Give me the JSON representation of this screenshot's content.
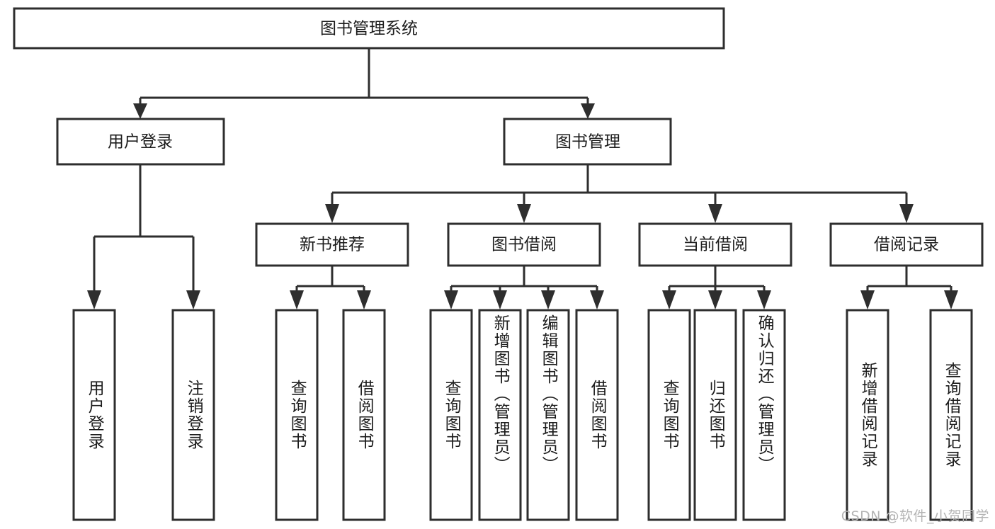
{
  "diagram": {
    "type": "tree-hierarchy-chart",
    "orientation": "top-down",
    "title_node": "图书管理系统",
    "colors": {
      "background": "#ffffff",
      "box_fill": "#ffffff",
      "box_stroke": "#2e2e2e",
      "connector": "#2e2e2e",
      "text": "#1c1c1c",
      "watermark": "#b4b4b4"
    },
    "levels": {
      "level1": [
        "图书管理系统"
      ],
      "level2": [
        "用户登录",
        "图书管理"
      ],
      "level3": [
        "新书推荐",
        "图书借阅",
        "当前借阅",
        "借阅记录"
      ],
      "level4": [
        "用户登录",
        "注销登录",
        "查询图书",
        "借阅图书",
        "查询图书",
        "新增图书（管理员）",
        "编辑图书（管理员）",
        "借阅图书",
        "查询图书",
        "归还图书",
        "确认归还（管理员）",
        "新增借阅记录",
        "查询借阅记录"
      ]
    }
  },
  "root": {
    "label": "图书管理系统"
  },
  "level2": [
    {
      "label": "用户登录"
    },
    {
      "label": "图书管理"
    }
  ],
  "level3": [
    {
      "label": "新书推荐"
    },
    {
      "label": "图书借阅"
    },
    {
      "label": "当前借阅"
    },
    {
      "label": "借阅记录"
    }
  ],
  "leaves": [
    {
      "label": "用户登录",
      "parent": "用户登录"
    },
    {
      "label": "注销登录",
      "parent": "用户登录"
    },
    {
      "label": "查询图书",
      "parent": "新书推荐"
    },
    {
      "label": "借阅图书",
      "parent": "新书推荐"
    },
    {
      "label": "查询图书",
      "parent": "图书借阅"
    },
    {
      "label": "新增图书（管理员）",
      "parent": "图书借阅"
    },
    {
      "label": "编辑图书（管理员）",
      "parent": "图书借阅"
    },
    {
      "label": "借阅图书",
      "parent": "图书借阅"
    },
    {
      "label": "查询图书",
      "parent": "当前借阅"
    },
    {
      "label": "归还图书",
      "parent": "当前借阅"
    },
    {
      "label": "确认归还（管理员）",
      "parent": "当前借阅"
    },
    {
      "label": "新增借阅记录",
      "parent": "借阅记录"
    },
    {
      "label": "查询借阅记录",
      "parent": "借阅记录"
    }
  ],
  "watermark": {
    "text": "CSDN @软件_小贺同学"
  }
}
